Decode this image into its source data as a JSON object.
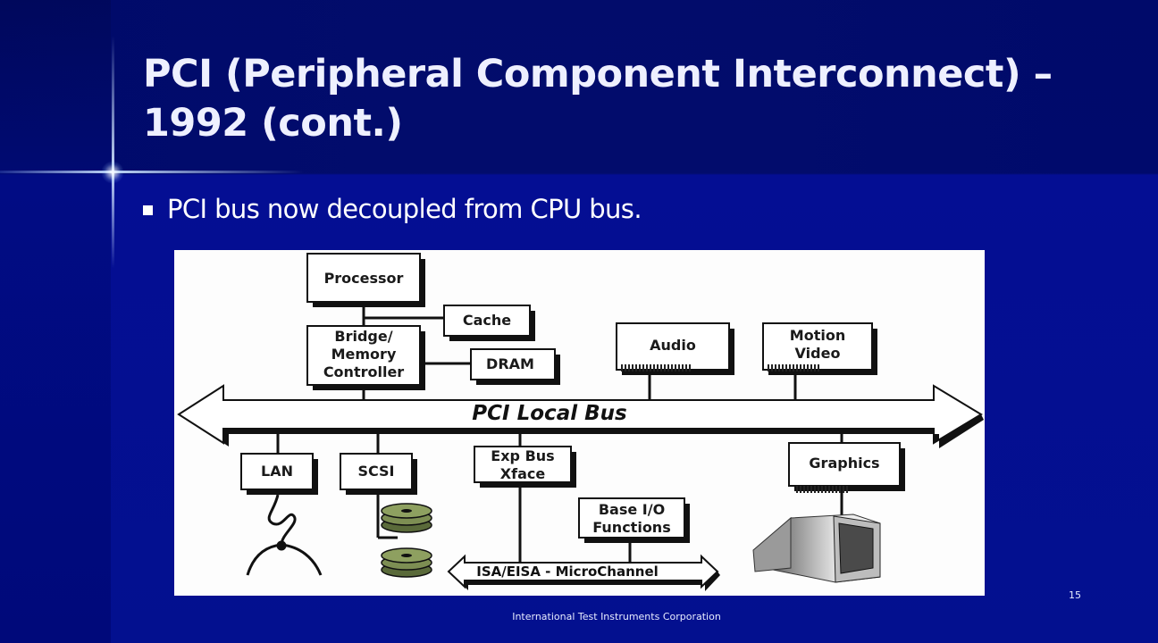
{
  "slide": {
    "title_line1": "PCI (Peripheral Component Interconnect) –",
    "title_line2": "1992 (cont.)",
    "bullet": "PCI bus now decoupled from CPU bus.",
    "page_number": "15",
    "footer": "International Test Instruments Corporation"
  },
  "diagram": {
    "processor": "Processor",
    "cache": "Cache",
    "bridge_line1": "Bridge/",
    "bridge_line2": "Memory",
    "bridge_line3": "Controller",
    "dram": "DRAM",
    "audio": "Audio",
    "motion_line1": "Motion",
    "motion_line2": "Video",
    "pci_bus": "PCI Local Bus",
    "lan": "LAN",
    "scsi": "SCSI",
    "exp_line1": "Exp Bus",
    "exp_line2": "Xface",
    "graphics": "Graphics",
    "baseio_line1": "Base I/O",
    "baseio_line2": "Functions",
    "isa_bus": "ISA/EISA  -  MicroChannel"
  },
  "colors": {
    "background": "#03108f",
    "title": "#eef0ff",
    "diagram_bg": "#fdfdfd"
  }
}
